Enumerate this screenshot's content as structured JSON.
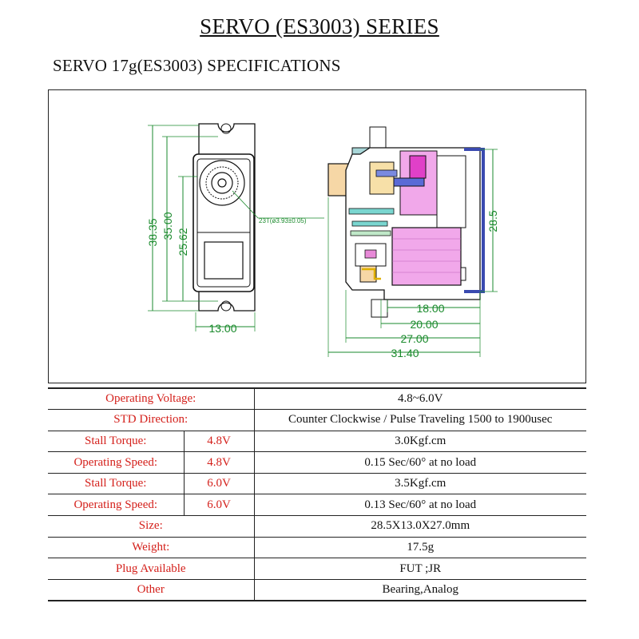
{
  "header": {
    "title": "SERVO (ES3003) SERIES",
    "subtitle": "SERVO 17g(ES3003) SPECIFICATIONS"
  },
  "drawing": {
    "dims_front": [
      "38.35",
      "35.00",
      "25.62",
      "13.00"
    ],
    "spline": "23T(ø3.93±0.05)",
    "dims_side": [
      "28.5",
      "18.00",
      "20.00",
      "27.00",
      "31.40"
    ]
  },
  "specs": [
    {
      "label": "Operating Voltage:",
      "value": "4.8~6.0V"
    },
    {
      "label": "STD  Direction:",
      "value": "Counter Clockwise / Pulse Traveling 1500 to 1900usec"
    },
    {
      "label": "Stall  Torque:",
      "voltage": "4.8V",
      "value": "3.0Kgf.cm"
    },
    {
      "label": "Operating Speed:",
      "voltage": "4.8V",
      "value": "0.15 Sec/60° at no load"
    },
    {
      "label": "Stall  Torque:",
      "voltage": "6.0V",
      "value": "3.5Kgf.cm"
    },
    {
      "label": "Operating Speed:",
      "voltage": "6.0V",
      "value": "0.13 Sec/60° at no load"
    },
    {
      "label": "Size:",
      "value": "28.5X13.0X27.0mm"
    },
    {
      "label": "Weight:",
      "value": "17.5g"
    },
    {
      "label": "Plug   Available",
      "value": "FUT ;JR"
    },
    {
      "label": "Other",
      "value": "Bearing,Analog"
    }
  ],
  "colors": {
    "label_red": "#d4201b",
    "dimension_green": "#1a8a2c",
    "motor_magenta": "#e040c8",
    "case_blue": "#3a4ab0"
  }
}
